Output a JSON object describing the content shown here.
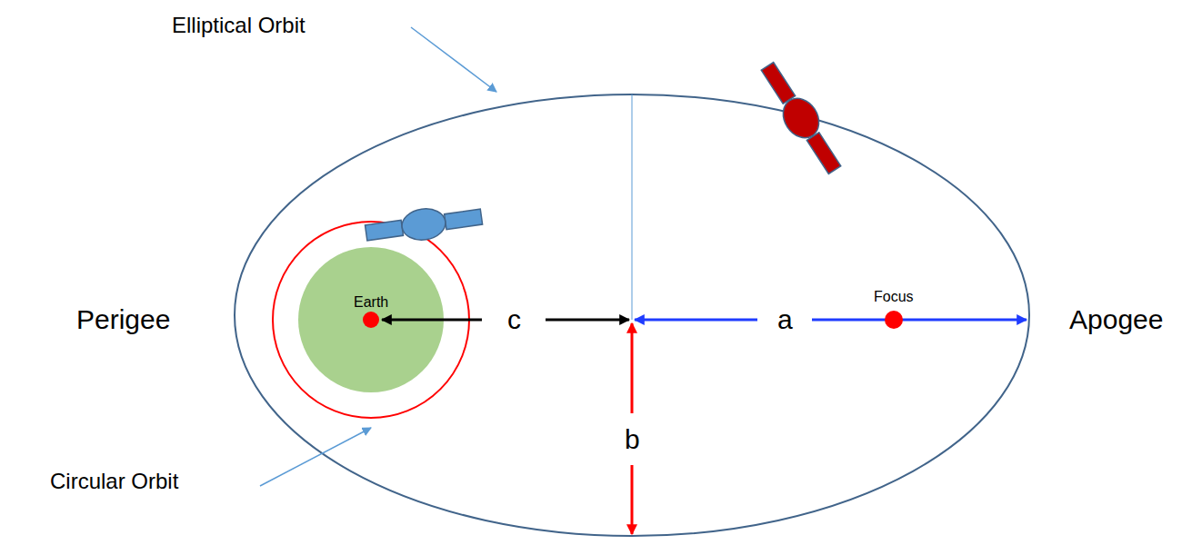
{
  "diagram": {
    "nodes": [
      {
        "text": [
          "Earth"
        ]
      }
    ],
    "labels": [
      "Elliptical Orbit",
      "Perigee",
      "c",
      "a",
      "Focus",
      "Apogee",
      "b",
      "Circular Orbit"
    ]
  }
}
